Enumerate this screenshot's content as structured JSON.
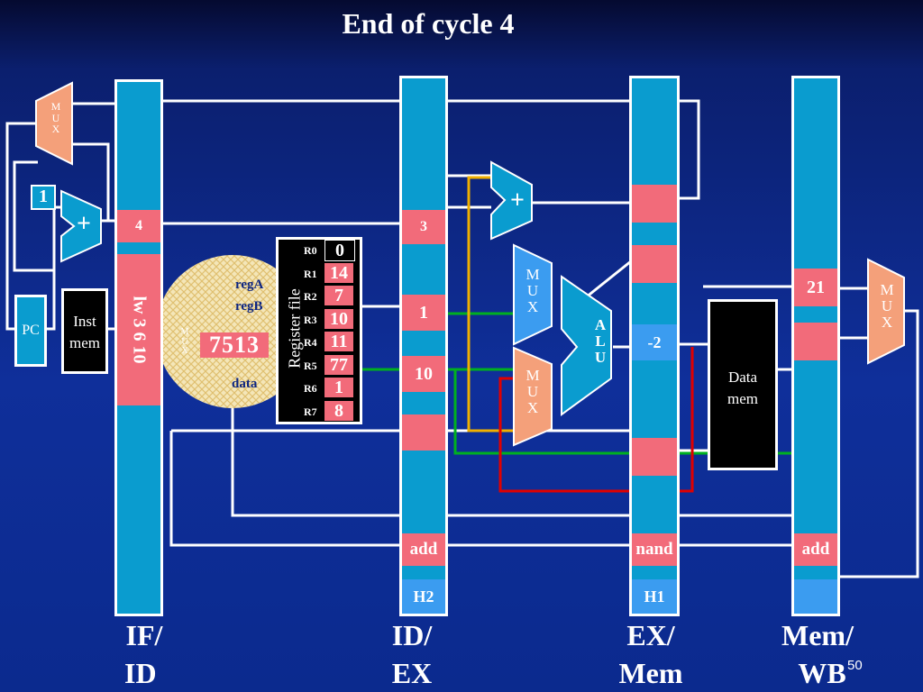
{
  "title": "End of cycle 4",
  "page_number": "50",
  "stages": {
    "if_id": [
      "IF/",
      "ID"
    ],
    "id_ex": [
      "ID/",
      "EX"
    ],
    "ex_mem": [
      "EX/",
      "Mem"
    ],
    "mem_wb": [
      "Mem/",
      "WB"
    ]
  },
  "if_id_latch": {
    "pc_plus_one": "4",
    "instruction": "lw 3 6 10"
  },
  "id_ex_latch": {
    "pc_plus_one": "3",
    "regA_val": "1",
    "regB_val": "10",
    "op": "add",
    "hazard": "H2"
  },
  "ex_mem_latch": {
    "alu_result": "-2",
    "op": "nand",
    "hazard": "H1"
  },
  "mem_wb_latch": {
    "write_data": "21",
    "op": "add"
  },
  "fetch": {
    "increment": "1",
    "adder": "+",
    "pc": "PC",
    "inst_mem": [
      "Inst",
      "mem"
    ],
    "mux": [
      "M",
      "U",
      "X"
    ]
  },
  "decode": {
    "regA": "regA",
    "regB": "regB",
    "data": "data",
    "mux": [
      "M",
      "U",
      "X"
    ],
    "zoom_values": "7513",
    "register_file_title": "Register file",
    "registers": [
      {
        "name": "R0",
        "value": "0"
      },
      {
        "name": "R1",
        "value": "14"
      },
      {
        "name": "R2",
        "value": "7"
      },
      {
        "name": "R3",
        "value": "10"
      },
      {
        "name": "R4",
        "value": "11"
      },
      {
        "name": "R5",
        "value": "77"
      },
      {
        "name": "R6",
        "value": "1"
      },
      {
        "name": "R7",
        "value": "8"
      }
    ]
  },
  "execute": {
    "adder": "+",
    "mux_top": [
      "M",
      "U",
      "X"
    ],
    "mux_bottom": [
      "M",
      "U",
      "X"
    ],
    "alu": [
      "A",
      "L",
      "U"
    ]
  },
  "memory": {
    "data_mem": [
      "Data",
      "mem"
    ],
    "mux": [
      "M",
      "U",
      "X"
    ]
  },
  "colors": {
    "background": "#0f2f9a",
    "latch": "#0a9ccf",
    "cell": "#f26b7a",
    "hazard_cell": "#3b9cf0",
    "mux": "#f4a07a",
    "alu": "#0a9ccf",
    "wire": "#ffffff",
    "forward_green": "#00b020",
    "forward_yellow": "#f0b000",
    "forward_red": "#e00000"
  }
}
